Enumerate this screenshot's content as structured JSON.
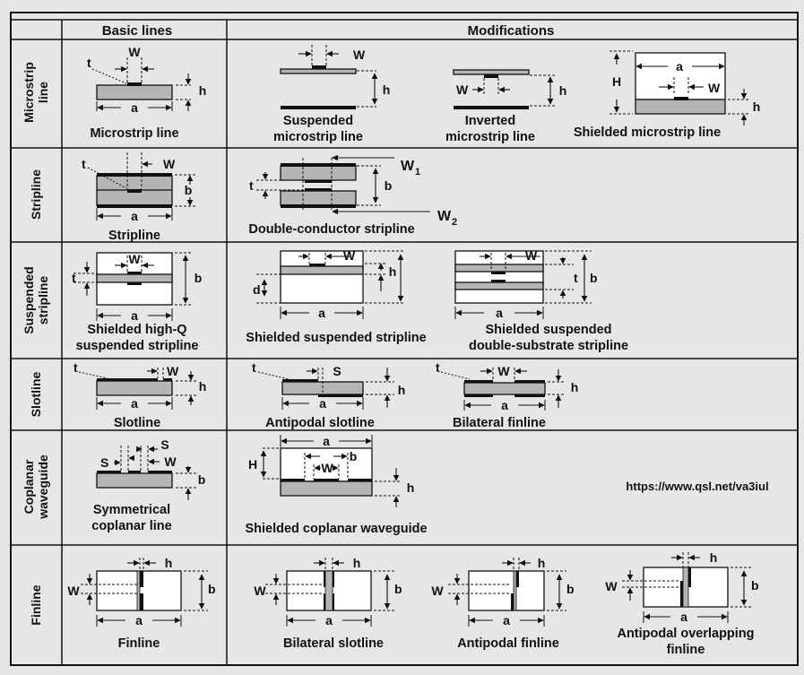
{
  "header": {
    "basic": "Basic lines",
    "modifications": "Modifications"
  },
  "rows": {
    "microstrip": "Microstrip|line",
    "stripline": "Stripline",
    "suspended": "Suspended|stripline",
    "slotline": "Slotline",
    "coplanar": "Coplanar|waveguide",
    "finline": "Finline"
  },
  "captions": {
    "microstrip_line": "Microstrip line",
    "suspended_microstrip": "Suspended|microstrip line",
    "inverted_microstrip": "Inverted|microstrip line",
    "shielded_microstrip": "Shielded microstrip line",
    "stripline": "Stripline",
    "double_conductor": "Double-conductor stripline",
    "shielded_highq": "Shielded high-Q|suspended stripline",
    "shielded_suspended": "Shielded suspended stripline",
    "shielded_double_substrate": "Shielded suspended|double-substrate stripline",
    "slotline": "Slotline",
    "antipodal_slotline": "Antipodal slotline",
    "bilateral_finline": "Bilateral finline",
    "symmetrical_coplanar": "Symmetrical|coplanar line",
    "shielded_coplanar": "Shielded coplanar waveguide",
    "finline": "Finline",
    "bilateral_slotline": "Bilateral slotline",
    "antipodal_finline": "Antipodal finline",
    "antipodal_overlapping": "Antipodal overlapping|finline"
  },
  "dims": {
    "W": "W",
    "a": "a",
    "h": "h",
    "t": "t",
    "b": "b",
    "H": "H",
    "S": "S",
    "d": "d",
    "W1": "W",
    "W1_sub": "1",
    "W2": "W",
    "W2_sub": "2"
  },
  "url": "https://www.qsl.net/va3iul"
}
